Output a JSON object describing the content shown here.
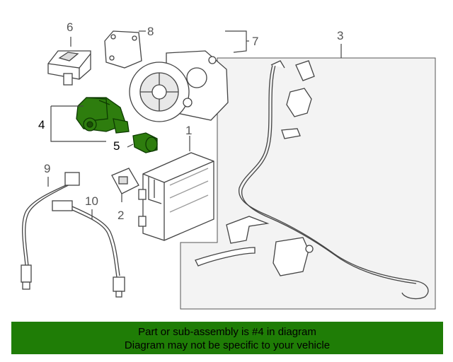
{
  "callouts": {
    "c1": "1",
    "c2": "2",
    "c3": "3",
    "c4": "4",
    "c5": "5",
    "c6": "6",
    "c7": "7",
    "c8": "8",
    "c9": "9",
    "c10": "10"
  },
  "highlight_color": "#2e7d0e",
  "banner": {
    "line1": "Part or sub-assembly is #4 in diagram",
    "line2": "Diagram may not be specific to your vehicle",
    "color": "#1f7d06"
  }
}
